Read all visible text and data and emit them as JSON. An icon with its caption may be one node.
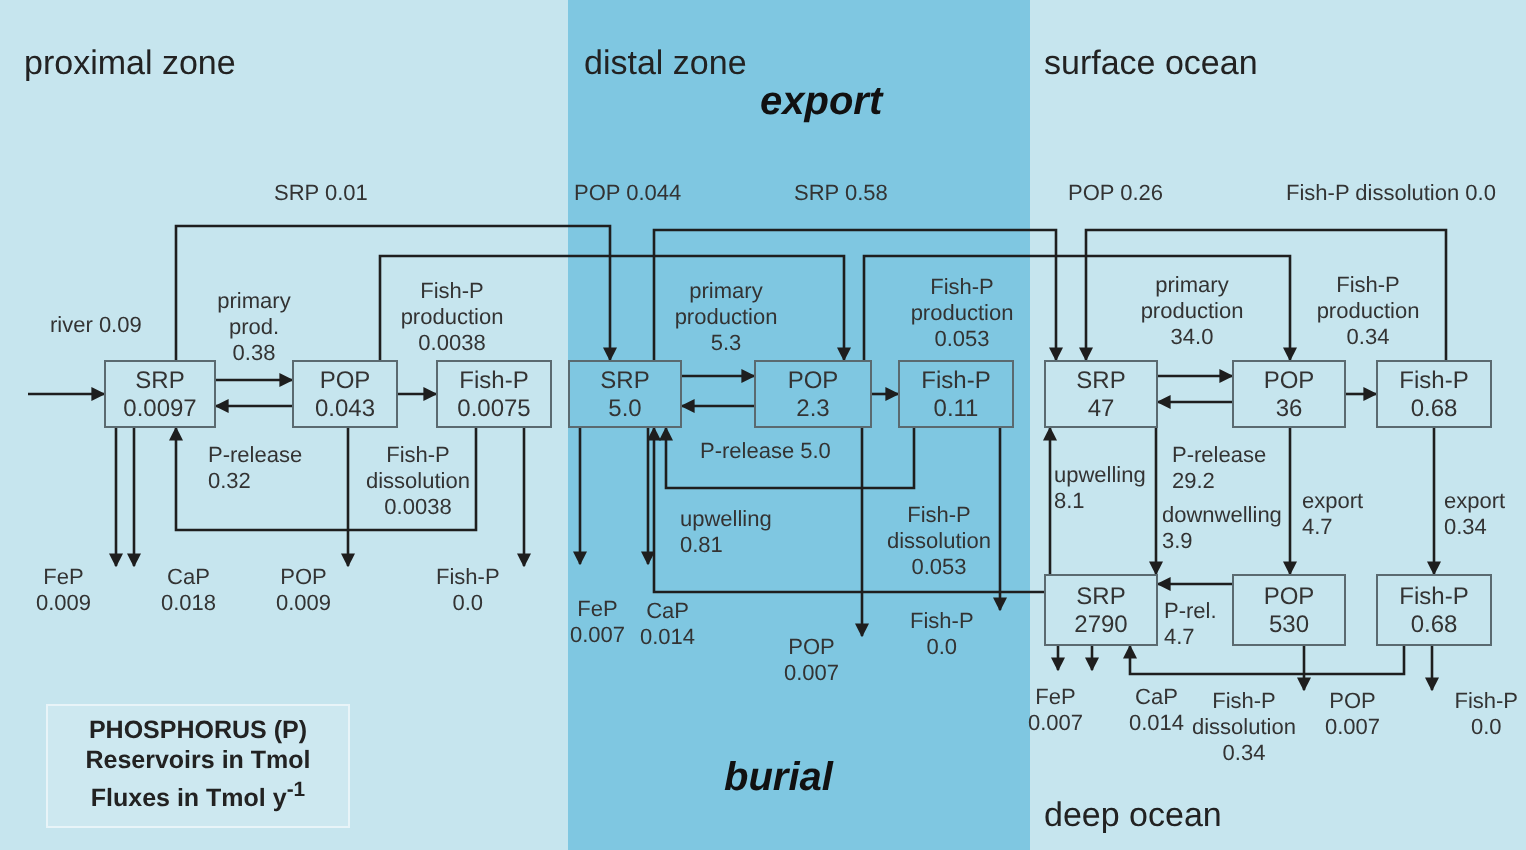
{
  "diagram": {
    "nodes": [
      {
        "text": [
          "proximal zone"
        ]
      },
      {
        "text": [
          "distal zone",
          "export",
          "burial"
        ]
      },
      {
        "text": [
          "surface ocean",
          "deep ocean"
        ]
      },
      {
        "text": [
          "SRP",
          "0.0097"
        ],
        "in": 0
      },
      {
        "text": [
          "POP",
          "0.043"
        ],
        "in": 0
      },
      {
        "text": [
          "Fish-P",
          "0.0075"
        ],
        "in": 0
      },
      {
        "text": [
          "FeP",
          "0.009"
        ],
        "in": 0
      },
      {
        "text": [
          "CaP",
          "0.018"
        ],
        "in": 0
      },
      {
        "text": [
          "POP",
          "0.009"
        ],
        "in": 0
      },
      {
        "text": [
          "Fish-P",
          "0.0"
        ],
        "in": 0
      },
      {
        "text": [
          "PHOSPHORUS (P)",
          "Reservoirs in Tmol",
          "Fluxes in Tmol y$^{-1}$"
        ],
        "in": 0
      },
      {
        "text": [
          "SRP",
          "5.0"
        ],
        "in": 1
      },
      {
        "text": [
          "POP",
          "2.3"
        ],
        "in": 1
      },
      {
        "text": [
          "Fish-P",
          "0.11"
        ],
        "in": 1
      },
      {
        "text": [
          "FeP",
          "0.007"
        ],
        "in": 1
      },
      {
        "text": [
          "CaP",
          "0.014"
        ],
        "in": 1
      },
      {
        "text": [
          "POP",
          "0.007"
        ],
        "in": 1
      },
      {
        "text": [
          "Fish-P",
          "0.0"
        ],
        "in": 1
      },
      {
        "text": [
          "SRP",
          "47"
        ],
        "in": 2
      },
      {
        "text": [
          "POP",
          "36"
        ],
        "in": 2
      },
      {
        "text": [
          "Fish-P",
          "0.68"
        ],
        "in": 2
      },
      {
        "text": [
          "SRP",
          "2790"
        ],
        "in": 2
      },
      {
        "text": [
          "POP",
          "530"
        ],
        "in": 2
      },
      {
        "text": [
          "Fish-P",
          "0.68"
        ],
        "in": 2
      },
      {
        "text": [
          "FeP",
          "0.007"
        ],
        "in": 2
      },
      {
        "text": [
          "CaP",
          "0.014"
        ],
        "in": 2
      },
      {
        "text": [
          "POP",
          "0.007"
        ],
        "in": 2
      },
      {
        "text": [
          "Fish-P",
          "0.0"
        ],
        "in": 2
      }
    ],
    "edges": [
      {
        "from": null,
        "to": 3,
        "arrow": "to",
        "label": "river 0.09"
      },
      {
        "from": 3,
        "to": 4,
        "arrow": "to",
        "label": "primary prod. 0.38"
      },
      {
        "from": 4,
        "to": 3,
        "arrow": "to",
        "label": "P-release 0.32"
      },
      {
        "from": 4,
        "to": 5,
        "arrow": "to",
        "label": "Fish-P production 0.0038"
      },
      {
        "from": 5,
        "to": 3,
        "arrow": "to",
        "label": "Fish-P dissolution 0.0038"
      },
      {
        "from": 3,
        "to": 6,
        "arrow": "to"
      },
      {
        "from": 3,
        "to": 7,
        "arrow": "to"
      },
      {
        "from": 4,
        "to": 8,
        "arrow": "to"
      },
      {
        "from": 5,
        "to": 9,
        "arrow": "to"
      },
      {
        "from": 3,
        "to": 11,
        "arrow": "to",
        "label": "SRP 0.01"
      },
      {
        "from": 4,
        "to": 12,
        "arrow": "to",
        "label": "POP 0.044"
      },
      {
        "from": 11,
        "to": 12,
        "arrow": "to",
        "label": "primary production 5.3"
      },
      {
        "from": 12,
        "to": 11,
        "arrow": "to",
        "label": "P-release 5.0"
      },
      {
        "from": 12,
        "to": 13,
        "arrow": "to",
        "label": "Fish-P production 0.053"
      },
      {
        "from": 13,
        "to": 11,
        "arrow": "to",
        "label": "Fish-P dissolution 0.053"
      },
      {
        "from": 21,
        "to": 11,
        "arrow": "to",
        "label": "upwelling 0.81"
      },
      {
        "from": 11,
        "to": 14,
        "arrow": "to"
      },
      {
        "from": 11,
        "to": 15,
        "arrow": "to"
      },
      {
        "from": 12,
        "to": 16,
        "arrow": "to"
      },
      {
        "from": 13,
        "to": 17,
        "arrow": "to"
      },
      {
        "from": 11,
        "to": 18,
        "arrow": "to",
        "label": "SRP 0.58"
      },
      {
        "from": 12,
        "to": 19,
        "arrow": "to",
        "label": "POP 0.26"
      },
      {
        "from": 20,
        "to": 18,
        "arrow": "to",
        "label": "Fish-P dissolution 0.0"
      },
      {
        "from": 18,
        "to": 19,
        "arrow": "to",
        "label": "primary production 34.0"
      },
      {
        "from": 19,
        "to": 18,
        "arrow": "to",
        "label": "P-release 29.2"
      },
      {
        "from": 19,
        "to": 20,
        "arrow": "to",
        "label": "Fish-P production 0.34"
      },
      {
        "from": 18,
        "to": 21,
        "arrow": "to",
        "label": "downwelling 3.9"
      },
      {
        "from": 21,
        "to": 18,
        "arrow": "to",
        "label": "upwelling 8.1"
      },
      {
        "from": 19,
        "to": 22,
        "arrow": "to",
        "label": "export 4.7"
      },
      {
        "from": 20,
        "to": 23,
        "arrow": "to",
        "label": "export 0.34"
      },
      {
        "from": 22,
        "to": 21,
        "arrow": "to",
        "label": "P-rel. 4.7"
      },
      {
        "from": 23,
        "to": 21,
        "arrow": "to",
        "label": "Fish-P dissolution 0.34"
      },
      {
        "from": 21,
        "to": 24,
        "arrow": "to"
      },
      {
        "from": 21,
        "to": 25,
        "arrow": "to"
      },
      {
        "from": 22,
        "to": 26,
        "arrow": "to"
      },
      {
        "from": 23,
        "to": 27,
        "arrow": "to"
      }
    ]
  }
}
